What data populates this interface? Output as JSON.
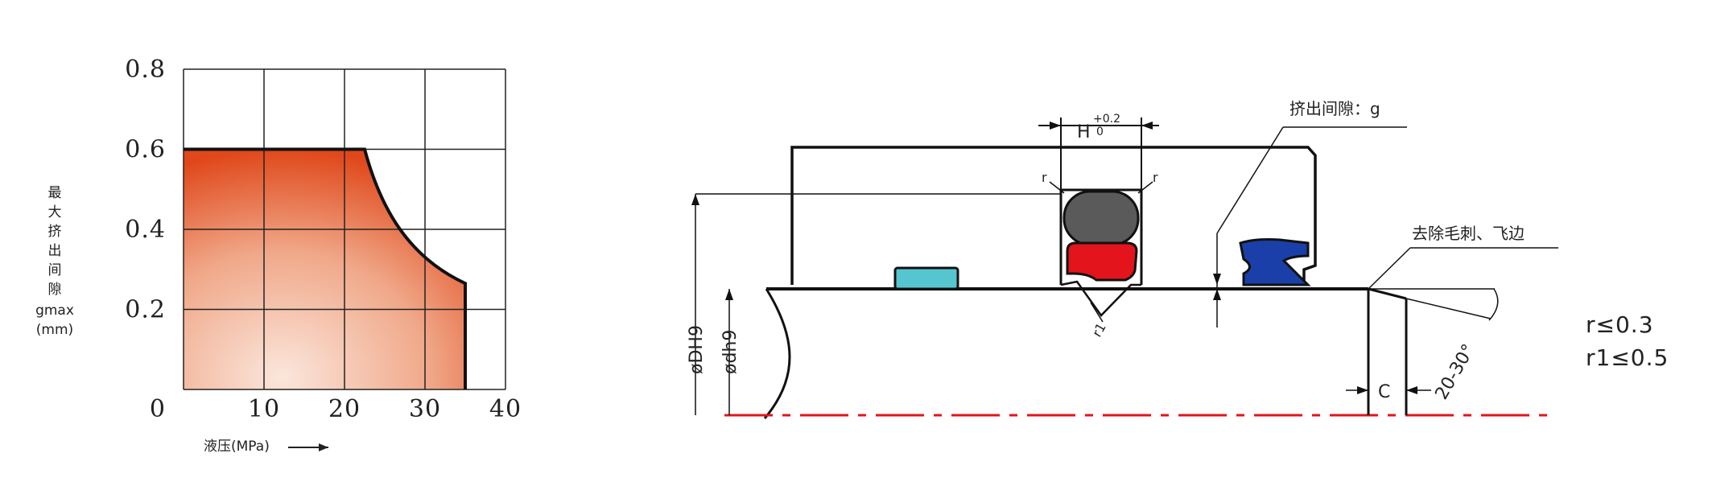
{
  "chart_data": {
    "type": "area",
    "x_ticks": [
      "0",
      "10",
      "20",
      "30",
      "40"
    ],
    "y_ticks": [
      "0.2",
      "0.4",
      "0.6",
      "0.8"
    ],
    "xlim": [
      0,
      40
    ],
    "ylim": [
      0,
      0.8
    ],
    "grid": true,
    "ylabel_chars": [
      "最",
      "大",
      "挤",
      "出",
      "间",
      "隙"
    ],
    "ylabel_extra": [
      "gmax",
      "(mm)"
    ],
    "xlabel": "液压(MPa)",
    "curve": [
      {
        "x": 0,
        "y": 0.6
      },
      {
        "x": 22.5,
        "y": 0.6
      },
      {
        "x": 26,
        "y": 0.45
      },
      {
        "x": 30,
        "y": 0.33
      },
      {
        "x": 35,
        "y": 0.265
      },
      {
        "x": 35,
        "y": 0
      }
    ],
    "colors": {
      "fill_dark": "#e0481b",
      "fill_light": "#fbe3d8",
      "line": "#111111",
      "grid": "#222222"
    }
  },
  "diagram": {
    "labels": {
      "h_dim": "H",
      "h_tol_upper": "+0.2",
      "h_tol_lower": "0",
      "r_left": "r",
      "r_right": "r",
      "r1": "r1",
      "gap": "挤出间隙：g",
      "deburr": "去除毛刺、飞边",
      "dh9": "øDH9",
      "dh9_small": "ødh9",
      "c": "C",
      "angle": "20-30°",
      "note_r": "r≤0.3",
      "note_r1": "r1≤0.5"
    },
    "colors": {
      "gray_seal": "#5a5a5a",
      "red_seal": "#e3141c",
      "blue_seal": "#1b3fa8",
      "cyan_seal": "#55c6cf",
      "centerline": "#e3141c",
      "outline": "#111111"
    }
  }
}
